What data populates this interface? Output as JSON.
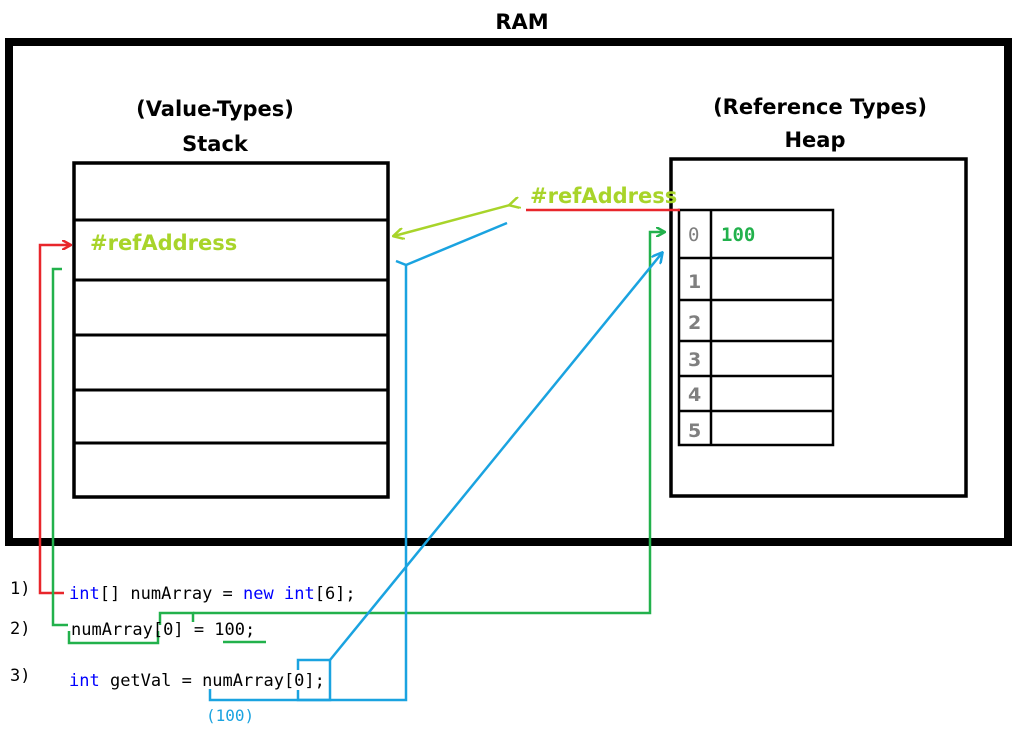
{
  "ram": {
    "title": "RAM"
  },
  "stack": {
    "type_label": "(Value-Types)",
    "title": "Stack",
    "ref_label": "#refAddress"
  },
  "heap": {
    "type_label": "(Reference Types)",
    "title": "Heap",
    "ref_label": "#refAddress",
    "indices": [
      "0",
      "1",
      "2",
      "3",
      "4",
      "5"
    ],
    "values": [
      "100",
      "",
      "",
      "",
      "",
      ""
    ]
  },
  "code": {
    "lines": [
      {
        "step": "1)",
        "tokens": [
          {
            "text": "int",
            "kind": "keyword"
          },
          {
            "text": "[] numArray = ",
            "kind": "plain"
          },
          {
            "text": "new",
            "kind": "keyword"
          },
          {
            "text": " ",
            "kind": "plain"
          },
          {
            "text": "int",
            "kind": "keyword"
          },
          {
            "text": "[6];",
            "kind": "plain"
          }
        ]
      },
      {
        "step": "2)",
        "tokens": [
          {
            "text": "numArray[0] = 100;",
            "kind": "plain"
          }
        ]
      },
      {
        "step": "3)",
        "tokens": [
          {
            "text": "int",
            "kind": "keyword"
          },
          {
            "text": " getVal = numArray[0];",
            "kind": "plain"
          }
        ]
      }
    ],
    "result_note": "(100)"
  },
  "colors": {
    "frame": "#000000",
    "keyword": "#0000ff",
    "ref_address": "#a8d42a",
    "step1_arrow": "#e8262b",
    "step2_arrow": "#22b14c",
    "step3_arrow": "#1aa3e0",
    "index_text": "#7f7f7f"
  }
}
